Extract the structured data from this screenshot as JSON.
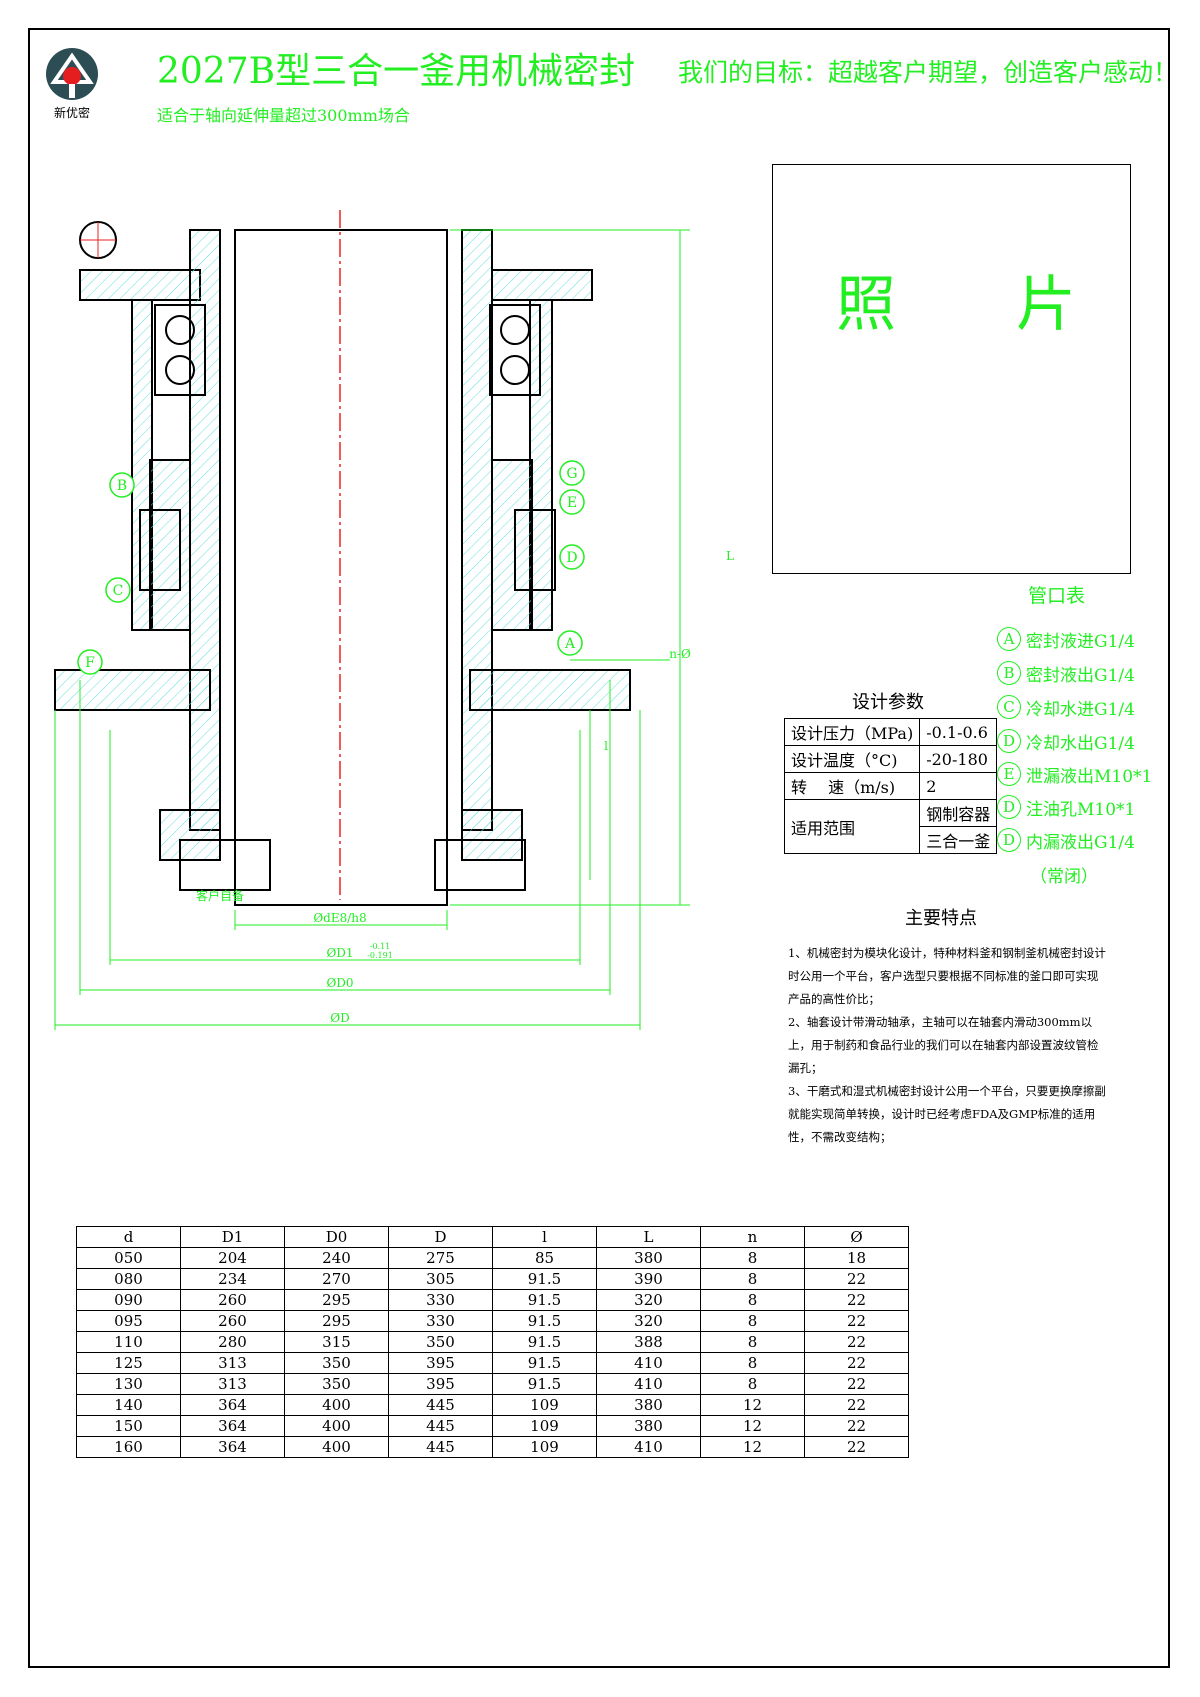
{
  "header": {
    "title": "2027B型三合一釜用机械密封",
    "subtitle": "适合于轴向延伸量超过300mm场合",
    "slogan": "我们的目标：超越客户期望，创造客户感动！",
    "logo_text": "新优密"
  },
  "photo": {
    "label_left": "照",
    "label_right": "片"
  },
  "ports": {
    "title": "管口表",
    "items": [
      {
        "id": "A",
        "label": "密封液进G1/4"
      },
      {
        "id": "B",
        "label": "密封液出G1/4"
      },
      {
        "id": "C",
        "label": "冷却水进G1/4"
      },
      {
        "id": "D",
        "label": "冷却水出G1/4"
      },
      {
        "id": "E",
        "label": "泄漏液出M10*1"
      },
      {
        "id": "D",
        "label": "注油孔M10*1"
      },
      {
        "id": "D",
        "label": "内漏液出G1/4"
      }
    ],
    "note": "（常闭）"
  },
  "params": {
    "title": "设计参数",
    "rows": [
      {
        "name": "设计压力（MPa)",
        "value": "-0.1-0.6"
      },
      {
        "name": "设计温度（°C)",
        "value": "-20-180"
      },
      {
        "name": "转　 速（m/s)",
        "value": "2"
      }
    ],
    "scope_name": "适用范围",
    "scope_value_1": "钢制容器",
    "scope_value_2": "三合一釜"
  },
  "features": {
    "title": "主要特点",
    "items": [
      "1、机械密封为模块化设计，特种材料釜和钢制釜机械密封设计时公用一个平台，客户选型只要根据不同标准的釜口即可实现产品的高性价比；",
      "2、轴套设计带滑动轴承，主轴可以在轴套内滑动300mm以上，用于制药和食品行业的我们可以在轴套内部设置波纹管检漏孔；",
      "3、干磨式和湿式机械密封设计公用一个平台，只要更换摩擦副就能实现简单转换，设计时已经考虑FDA及GMP标准的适用性，不需改变结构；"
    ]
  },
  "drawing": {
    "labels": {
      "dim_d": "ØdE8/h8",
      "dim_d1": "ØD1",
      "dim_d1_tol_upper": "-0.11",
      "dim_d1_tol_lower": "-0.191",
      "dim_d0": "ØD0",
      "dim_dd": "ØD",
      "dim_n": "n-Ø",
      "dim_big_l": "L",
      "dim_small_l": "l",
      "customer_note": "客户自备"
    },
    "callouts": [
      "B",
      "C",
      "F",
      "G",
      "E",
      "D",
      "A"
    ]
  },
  "specs": {
    "headers": [
      "d",
      "D1",
      "D0",
      "D",
      "l",
      "L",
      "n",
      "Ø"
    ],
    "rows": [
      [
        "050",
        "204",
        "240",
        "275",
        "85",
        "380",
        "8",
        "18"
      ],
      [
        "080",
        "234",
        "270",
        "305",
        "91.5",
        "390",
        "8",
        "22"
      ],
      [
        "090",
        "260",
        "295",
        "330",
        "91.5",
        "320",
        "8",
        "22"
      ],
      [
        "095",
        "260",
        "295",
        "330",
        "91.5",
        "320",
        "8",
        "22"
      ],
      [
        "110",
        "280",
        "315",
        "350",
        "91.5",
        "388",
        "8",
        "22"
      ],
      [
        "125",
        "313",
        "350",
        "395",
        "91.5",
        "410",
        "8",
        "22"
      ],
      [
        "130",
        "313",
        "350",
        "395",
        "91.5",
        "410",
        "8",
        "22"
      ],
      [
        "140",
        "364",
        "400",
        "445",
        "109",
        "380",
        "12",
        "22"
      ],
      [
        "150",
        "364",
        "400",
        "445",
        "109",
        "380",
        "12",
        "22"
      ],
      [
        "160",
        "364",
        "400",
        "445",
        "109",
        "410",
        "12",
        "22"
      ]
    ]
  },
  "colors": {
    "accent": "#22ee22",
    "centerline": "#ee2222",
    "hatch": "#66dddd",
    "magenta": "#dd22dd"
  }
}
